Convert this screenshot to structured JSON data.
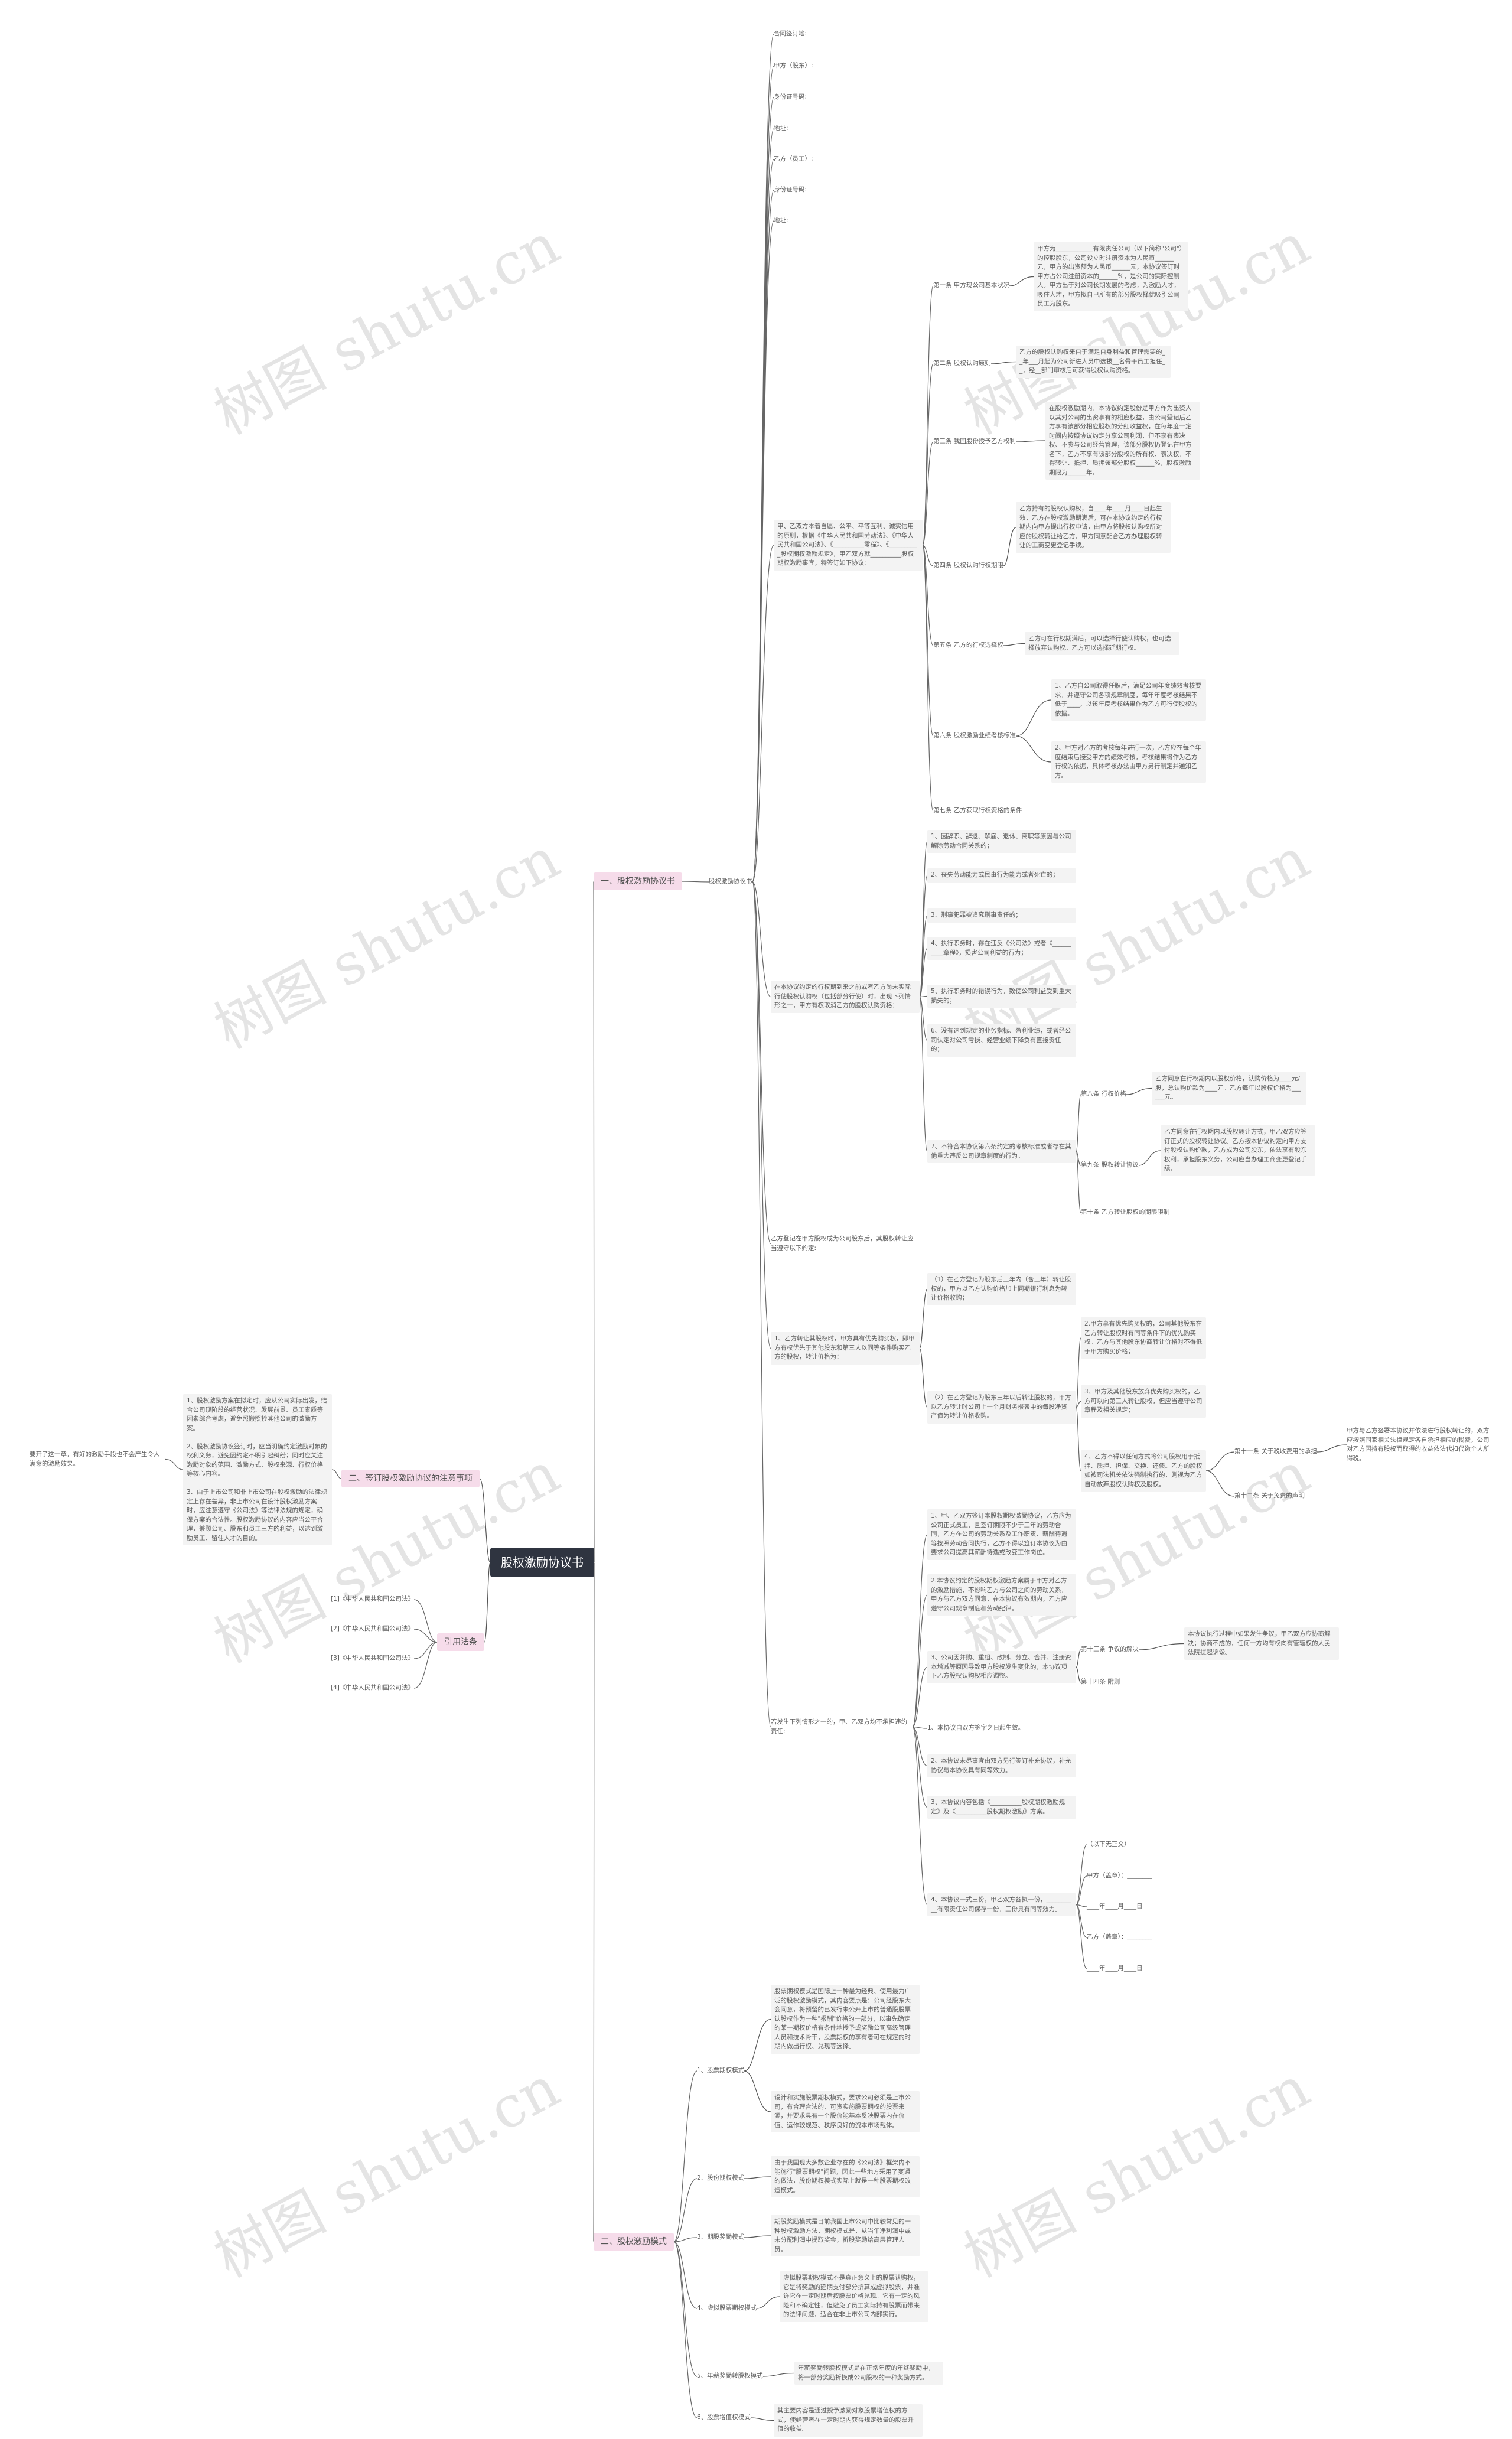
{
  "root": "股权激励协议书",
  "sections": {
    "s1": "一、股权激励协议书",
    "s2": "二、签订股权激励协议的注意事项",
    "s3": "三、股权激励模式",
    "s4": "引用法条"
  },
  "header_fields": [
    "合同签订地:",
    "甲方（股东）:",
    "身份证号码:",
    "地址:",
    "乙方（员工）:",
    "身份证号码:",
    "地址:"
  ],
  "s1_child": "股权激励协议书",
  "preamble": "甲、乙双方本着自愿、公平、平等互利、诚实信用的原则，根据《中华人民共和国劳动法》、《中华人民共和国公司法》、《__________零程》、《__________股权期权激励规定》，甲乙双方就__________股权期权激励事宜，特签订如下协议:",
  "articles": [
    {
      "title": "第一条 甲方现公司基本状况",
      "text": "甲方为____________有限责任公司（以下简称\"公司\"）的控股股东，公司设立时注册资本为人民币______元，甲方的出资额为人民币______元，本协议签订时甲方占公司注册资本的______%，是公司的实际控制人。甲方出于对公司长期发展的考虑，为激励人才，吸住人才，甲方拟自己所有的部分股权择优吸引公司员工为股东。"
    },
    {
      "title": "第二条 股权认购原则",
      "text": "乙方的股权认购权来自于满足自身利益和管理需要的__年___月起为公司新进人员中选拔__名骨干员工担任__，经__部门审核后可获得股权认购资格。"
    },
    {
      "title": "第三条 我国股份授予乙方权利",
      "text": "在股权激励期内，本协议约定股份是甲方作为出资人以其对公司的出资享有的相应权益，由公司登记后乙方享有该部分相应股权的分红收益权，在每年度一定时间内按照协议约定分享公司利润，但不享有表决权、不参与公司经营管理，该部分股权仍登记在甲方名下，乙方不享有该部分股权的所有权、表决权，不得转让、抵押、质押该部分股权______%，股权激励期限为______年。"
    },
    {
      "title": "第四条 股权认购行权期限",
      "text": "乙方持有的股权认购权，自____年____月____日起生效，乙方在股权激励期满后，可在本协议约定的行权期内向甲方提出行权申请，由甲方将股权认购权所对应的股权转让给乙方。甲方同意配合乙方办理股权转让的工商变更登记手续。"
    },
    {
      "title": "第五条 乙方的行权选择权",
      "text": "乙方可在行权期满后，可以选择行使认购权，也可选择放弃认购权。乙方可以选择延期行权。"
    },
    {
      "title": "第六条 股权激励业绩考核标准",
      "text": ""
    },
    {
      "title": "第七条 乙方获取行权资格的条件",
      "text": ""
    }
  ],
  "art6_items": [
    "1、乙方自公司取得任职后，满足公司年度绩效考核要求，并遵守公司各项规章制度，每年年度考核结果不低于____，以该年度考核结果作为乙方可行使股权的依据。",
    "2、甲方对乙方的考核每年进行一次，乙方应在每个年度结束后接受甲方的绩效考核，考核结果将作为乙方行权的依据，具体考核办法由甲方另行制定并通知乙方。"
  ],
  "cond_intro": "在本协议约定的行权期到来之前或者乙方尚未实际行使股权认购权（包括部分行使）时，出现下列情形之一，甲方有权取消乙方的股权认购资格：",
  "cond_items": [
    "1、因辞职、辞退、解雇、退休、离职等原因与公司解除劳动合同关系的；",
    "2、丧失劳动能力或民事行为能力或者死亡的；",
    "3、刑事犯罪被追究刑事责任的；",
    "4、执行职务时，存在违反《公司法》或者《__________章程》，损害公司利益的行为；",
    "5、执行职务时的错误行为，致使公司利益受到重大损失的；",
    "6、没有达到规定的业务指标、盈利业绩，或者经公司认定对公司亏损、经营业绩下降负有直接责任的；",
    "7、不符合本协议第六条约定的考核标准或者存在其他重大违反公司规章制度的行为。"
  ],
  "articles_8_10": [
    {
      "title": "第八条 行权价格",
      "text": "乙方同意在行权期内以股权价格，认购价格为____元/股，总认购价款为____元。乙方每年以股权价格为______元。"
    },
    {
      "title": "第九条 股权转让协议",
      "text": "乙方同意在行权期内以股权转让方式，甲乙双方应签订正式的股权转让协议。乙方按本协议约定向甲方支付股权认购价款，乙方成为公司股东，依法享有股东权利，承担股东义务，公司应当办理工商变更登记手续。"
    },
    {
      "title": "第十条 乙方转让股权的期限限制",
      "text": ""
    }
  ],
  "shareholder_note": "乙方登记在甲方股权成为公司股东后，其股权转让应当遵守以下约定:",
  "transfer_intro": "1、乙方转让其股权时，甲方具有优先购买权，即甲方有权优先于其他股东和第三人以同等条件购买乙方的股权，转让价格为：",
  "transfer_items": [
    "（1）在乙方登记为股东后三年内（含三年）转让股权的，甲方以乙方认购价格加上同期银行利息为转让价格收购；",
    "（2）在乙方登记为股东三年以后转让股权的，甲方以乙方转让时公司上一个月财务报表中的每股净资产值为转让价格收购。"
  ],
  "sub_items": [
    "2.甲方享有优先购买权的，公司其他股东在乙方转让股权时有同等条件下的优先购买权。乙方与其他股东协商转让价格时不得低于甲方购买价格；",
    "3、甲方及其他股东放弃优先购买权的，乙方可以向第三人转让股权，但应当遵守公司章程及相关规定；",
    "4、乙方不得以任何方式将公司股权用于抵押、质押、担保、交换、还债。乙方的股权如被司法机关依法强制执行的，则视为乙方自动放弃股权认购权及股权。"
  ],
  "art11": {
    "title": "第十一条 关于税收费用的承担",
    "text": "甲方与乙方签署本协议并依法进行股权转让的，双方应按照国家相关法律规定各自承担相应的税费，公司对乙方因持有股权而取得的收益依法代扣代缴个人所得税。"
  },
  "art12": "第十二条 关于免责的声明",
  "disputes_intro": "若发生下列情形之一的，甲、乙双方均不承担违约责任:",
  "disputes": [
    "1、甲、乙双方签订本股权期权激励协议，乙方应为公司正式员工，且签订期限不少于三年的劳动合同，乙方在公司的劳动关系及工作职责、薪酬待遇等按照劳动合同执行，乙方不得以签订本协议为由要求公司提高其薪酬待遇或改变工作岗位。",
    "2.本协议约定的股权期权激励方案属于甲方对乙方的激励措施，不影响乙方与公司之间的劳动关系，甲方与乙方双方同意，在本协议有效期内，乙方应遵守公司规章制度和劳动纪律。",
    "3、公司因并购、重组、改制、分立、合并、注册资本增减等原因导致甲方股权发生变化的，本协议项下乙方股权认购权相应调整。",
    "1、本协议自双方签字之日起生效。",
    "2、本协议未尽事宜由双方另行签订补充协议，补充协议与本协议具有同等效力。",
    "3、本协议内容包括《__________股权期权激励规定》及《__________股权期权激励》方案。",
    "4、本协议一式三份，甲乙双方各执一份，__________有限责任公司保存一份，三份具有同等效力。"
  ],
  "art13": {
    "title": "第十三条 争议的解决",
    "text": "本协议执行过程中如果发生争议，甲乙双方应协商解决；协商不成的，任何一方均有权向有管辖权的人民法院提起诉讼。"
  },
  "art14": "第十四条 附则",
  "signature": [
    "（以下无正文）",
    "甲方（盖章）：________",
    "____年____月____日",
    "乙方（盖章）：________",
    "____年____月____日"
  ],
  "notice_body": "1、股权激励方案在拟定时，应从公司实际出发，结合公司现阶段的经营状况、发展前景、员工素质等因素综合考虑，避免照搬照抄其他公司的激励方案。\n\n2、股权激励协议签订时，应当明确约定激励对象的权利义务，避免因约定不明引起纠纷；同时应关注激励对象的范围、激励方式、股权来源、行权价格等核心内容。\n\n3、由于上市公司和非上市公司在股权激励的法律规定上存在差异，非上市公司在设计股权激励方案时，应注意遵守《公司法》等法律法规的规定，确保方案的合法性。股权激励协议的内容应当公平合理，兼顾公司、股东和员工三方的利益，以达到激励员工、留住人才的目的。",
  "notice_side": "要开了这一章，有好的激励手段也不会产生令人满意的激励效果。",
  "laws": [
    "[1]《中华人民共和国公司法》",
    "[2]《中华人民共和国公司法》",
    "[3]《中华人民共和国公司法》",
    "[4]《中华人民共和国公司法》"
  ],
  "modes": [
    {
      "title": "1、股票期权模式",
      "text": "股票期权模式是国际上一种最为经典、使用最为广泛的股权激励模式，其内容要点是：公司经股东大会同意，将预留的已发行未公开上市的普通股股票认股权作为一种\"报酬\"价格的一部分，以事先确定的某一期权价格有条件地授予或奖励公司高级管理人员和技术骨干，股票期权的享有者可在规定的时期内做出行权、兑现等选择。",
      "text2": "设计和实施股票期权模式，要求公司必须是上市公司，有合理合法的、可资实施股票期权的股票来源，并要求具有一个股价能基本反映股票内在价值、运作较规范、秩序良好的资本市场载体。"
    },
    {
      "title": "2、股份期权模式",
      "text": "由于我国现大多数企业存在的《公司法》框架内不能施行\"股票期权\"问题，因此一些地方采用了变通的做法，股份期权模式实际上就是一种股票期权改造模式。"
    },
    {
      "title": "3、期股奖励模式",
      "text": "期股奖励模式是目前我国上市公司中比较常见的一种股权激励方法，期权模式是，从当年净利润中或未分配利润中提取奖金，折股奖励给高层管理人员。"
    },
    {
      "title": "4、虚拟股票期权模式",
      "text": "虚拟股票期权模式不是真正意义上的股票认购权，它是将奖励的延期支付部分折算成虚拟股票，并准许它在一定时期后按股票价格兑现。它有一定的风险和不确定性，但避免了员工实际持有股票而带来的法律问题，适合在非上市公司内部实行。"
    },
    {
      "title": "5、年薪奖励转股权模式",
      "text": "年薪奖励转股权模式是在正常年度的年终奖励中，将一部分奖励折换成公司股权的一种奖励方式。"
    },
    {
      "title": "6、股票增值权模式",
      "text": "其主要内容是通过授予激励对象股票增值权的方式，使经营者在一定时期内获得规定数量的股票升值的收益。"
    }
  ],
  "watermark": "树图 shutu.cn"
}
